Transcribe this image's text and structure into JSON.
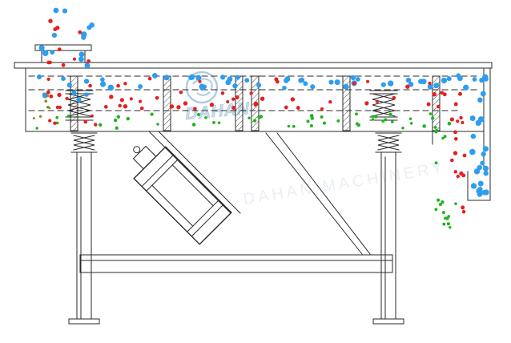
{
  "diagram": {
    "type": "technical-diagram",
    "subject": "linear vibrating screen cross-section with particle separation",
    "background": "#ffffff",
    "line_color": "#2a2a2a",
    "watermark": {
      "brand": "DAHAN",
      "faint_text": "DAHAN MACHINERY",
      "color": "#9fc2da"
    },
    "legend": {
      "large_particles_color": "#2e9df0",
      "medium_particles_color": "#e62020",
      "small_particles_color": "#1fb41f",
      "fines_color": "#8a8a20"
    },
    "particle_regions": [
      {
        "name": "feed-stream-blue",
        "color": "#2e9df0",
        "r": 3.3,
        "count": 13,
        "x": [
          52,
          116
        ],
        "y": [
          8,
          84
        ]
      },
      {
        "name": "feed-stream-red",
        "color": "#e62020",
        "r": 2.4,
        "count": 10,
        "x": [
          58,
          112
        ],
        "y": [
          22,
          86
        ]
      },
      {
        "name": "top-layer-blue",
        "color": "#2e9df0",
        "r": 3.3,
        "count": 50,
        "x": [
          40,
          598
        ],
        "y": [
          94,
          110
        ]
      },
      {
        "name": "top-layer-red",
        "color": "#e62020",
        "r": 2.4,
        "count": 12,
        "x": [
          44,
          560
        ],
        "y": [
          97,
          110
        ]
      },
      {
        "name": "mid-layer-red",
        "color": "#e62020",
        "r": 2.4,
        "count": 46,
        "x": [
          40,
          576
        ],
        "y": [
          115,
          136
        ]
      },
      {
        "name": "mid-layer-blue",
        "color": "#2e9df0",
        "r": 3.2,
        "count": 4,
        "x": [
          56,
          150
        ],
        "y": [
          115,
          133
        ]
      },
      {
        "name": "bottom-layer-green",
        "color": "#1fb41f",
        "r": 2.0,
        "count": 46,
        "x": [
          40,
          552
        ],
        "y": [
          141,
          160
        ]
      },
      {
        "name": "bottom-layer-red",
        "color": "#e62020",
        "r": 2.1,
        "count": 5,
        "x": [
          44,
          130
        ],
        "y": [
          142,
          158
        ]
      },
      {
        "name": "left-fines-olive",
        "color": "#8a8a20",
        "r": 1.6,
        "count": 6,
        "x": [
          38,
          64
        ],
        "y": [
          112,
          152
        ]
      },
      {
        "name": "discharge-blue",
        "color": "#2e9df0",
        "r": 3.3,
        "count": 20,
        "x": [
          586,
          607
        ],
        "y": [
          96,
          240
        ]
      },
      {
        "name": "discharge-blue-pool",
        "color": "#2e9df0",
        "r": 3.3,
        "count": 5,
        "x": [
          588,
          608
        ],
        "y": [
          236,
          246
        ]
      },
      {
        "name": "discharge-red",
        "color": "#e62020",
        "r": 2.4,
        "count": 16,
        "x": [
          564,
          580
        ],
        "y": [
          126,
          284
        ]
      },
      {
        "name": "discharge-green",
        "color": "#1fb41f",
        "r": 2.0,
        "count": 13,
        "x": [
          544,
          562
        ],
        "y": [
          150,
          288
        ]
      },
      {
        "name": "discharge-green-spread",
        "color": "#1fb41f",
        "r": 2.0,
        "count": 5,
        "x": [
          550,
          572
        ],
        "y": [
          252,
          292
        ]
      }
    ]
  }
}
